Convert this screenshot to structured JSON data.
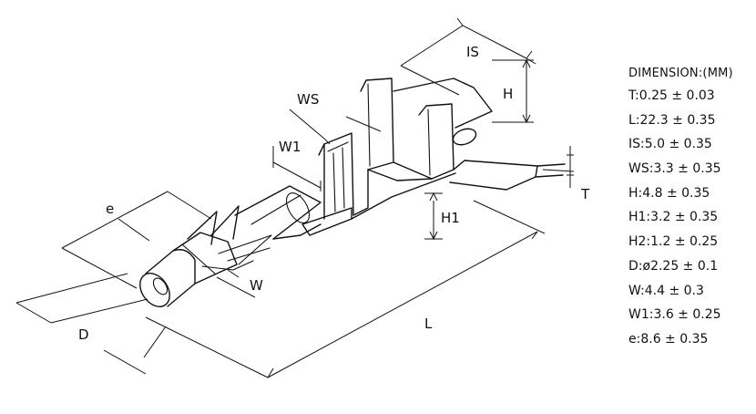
{
  "labels": {
    "IS": "IS",
    "H": "H",
    "WS": "WS",
    "W1": "W1",
    "T": "T",
    "H1": "H1",
    "e": "e",
    "W": "W",
    "D": "D",
    "L": "L"
  },
  "spec_table": {
    "heading": "DIMENSION:(MM)",
    "rows": [
      "T:0.25 ± 0.03",
      "L:22.3 ± 0.35",
      "IS:5.0 ± 0.35",
      "WS:3.3 ± 0.35",
      "H:4.8 ± 0.35",
      "H1:3.2 ± 0.35",
      "H2:1.2 ± 0.25",
      "D:ø2.25 ± 0.1",
      "W:4.4 ± 0.3",
      "W1:3.6 ± 0.25",
      "e:8.6 ± 0.35"
    ]
  }
}
